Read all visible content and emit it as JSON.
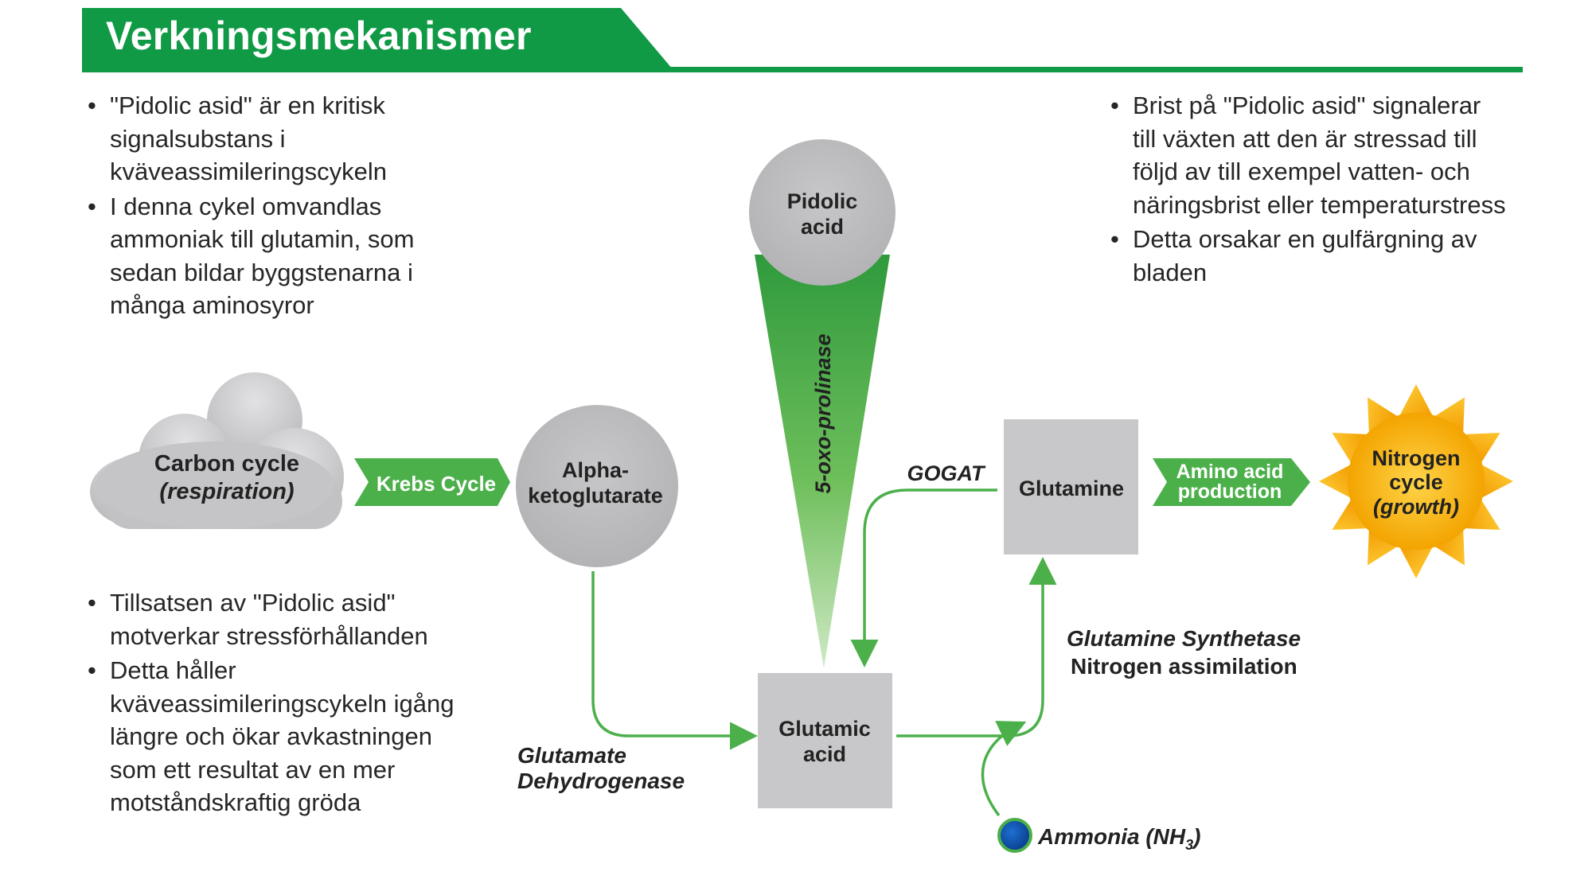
{
  "title": "Verkningsmekanismer",
  "colors": {
    "brand_green": "#119a46",
    "arrow_green": "#4cb04a",
    "box_gray": "#c8c8ca",
    "circle_gray": "#bdbdbf",
    "sun_yellow": "#f6a800",
    "ammonia_blue": "#0d4ea8"
  },
  "text_left_top": [
    "\"Pidolic asid\" är en kritisk signalsubstans i kväveassimileringscykeln",
    "I denna cykel omvandlas ammoniak till glutamin, som sedan bildar byggstenarna i många aminosyror"
  ],
  "text_right_top": [
    "Brist på \"Pidolic asid\" signalerar till växten att den är stressad till följd av till exempel vatten- och näringsbrist eller temperaturstress",
    "Detta orsakar en gulfärgning av bladen"
  ],
  "text_left_bottom": [
    "Tillsatsen av \"Pidolic asid\" motverkar stressförhållanden",
    "Detta håller kväveassimileringscykeln igång längre och ökar avkastningen som ett resultat av en mer motståndskraftig gröda"
  ],
  "diagram": {
    "carbon_cycle": {
      "line1": "Carbon cycle",
      "line2": "(respiration)"
    },
    "krebs_cycle": "Krebs Cycle",
    "alpha": {
      "line1": "Alpha-",
      "line2": "ketoglutarate"
    },
    "pidolic": {
      "line1": "Pidolic",
      "line2": "acid"
    },
    "oxoprolinase": "5-oxo-prolinase",
    "gogat": "GOGAT",
    "glutamine": "Glutamine",
    "amino_acid": {
      "line1": "Amino acid",
      "line2": "production"
    },
    "nitrogen": {
      "line1": "Nitrogen",
      "line2": "cycle",
      "line3": "(growth)"
    },
    "glutamic": {
      "line1": "Glutamic",
      "line2": "acid"
    },
    "glutamate_dh": {
      "line1": "Glutamate",
      "line2": "Dehydrogenase"
    },
    "glutamine_synthetase": "Glutamine Synthetase",
    "nitrogen_assimilation": "Nitrogen assimilation",
    "ammonia": {
      "label": "Ammonia (NH",
      "sub": "3",
      "close": ")"
    }
  }
}
